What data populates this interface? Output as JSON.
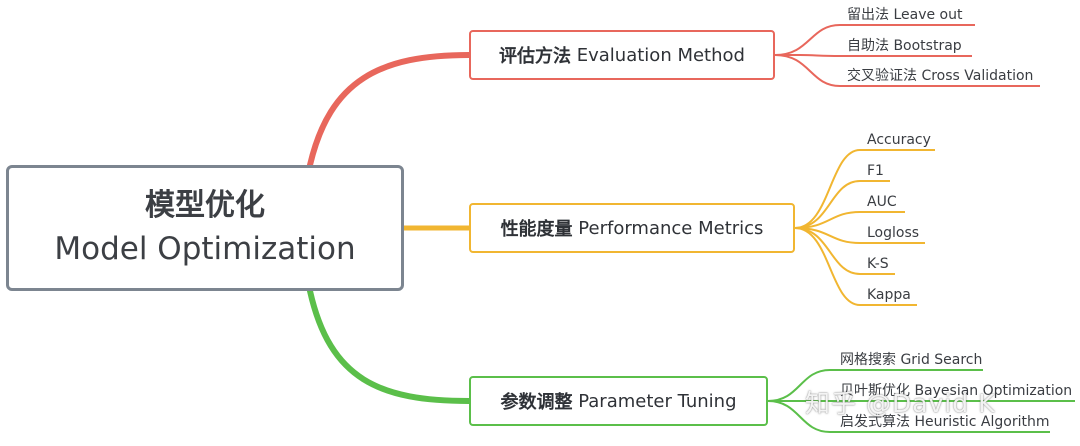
{
  "colors": {
    "evaluation": "#e8675c",
    "performance": "#f1b631",
    "tuning": "#5bbf4a",
    "root_border": "#7c8590"
  },
  "root": {
    "title_zh": "模型优化",
    "title_en": "Model Optimization"
  },
  "branches": {
    "evaluation": {
      "label_zh": "评估方法",
      "label_en": "Evaluation Method",
      "items": [
        "留出法 Leave out",
        "自助法 Bootstrap",
        "交叉验证法 Cross Validation"
      ]
    },
    "performance": {
      "label_zh": "性能度量",
      "label_en": "Performance Metrics",
      "items": [
        "Accuracy",
        "F1",
        "AUC",
        "Logloss",
        "K-S",
        "Kappa"
      ]
    },
    "tuning": {
      "label_zh": "参数调整",
      "label_en": "Parameter Tuning",
      "items": [
        "网格搜索 Grid Search",
        "贝叶斯优化 Bayesian Optimization",
        "启发式算法 Heuristic Algorithm"
      ]
    }
  },
  "watermark": "知乎 @David K"
}
